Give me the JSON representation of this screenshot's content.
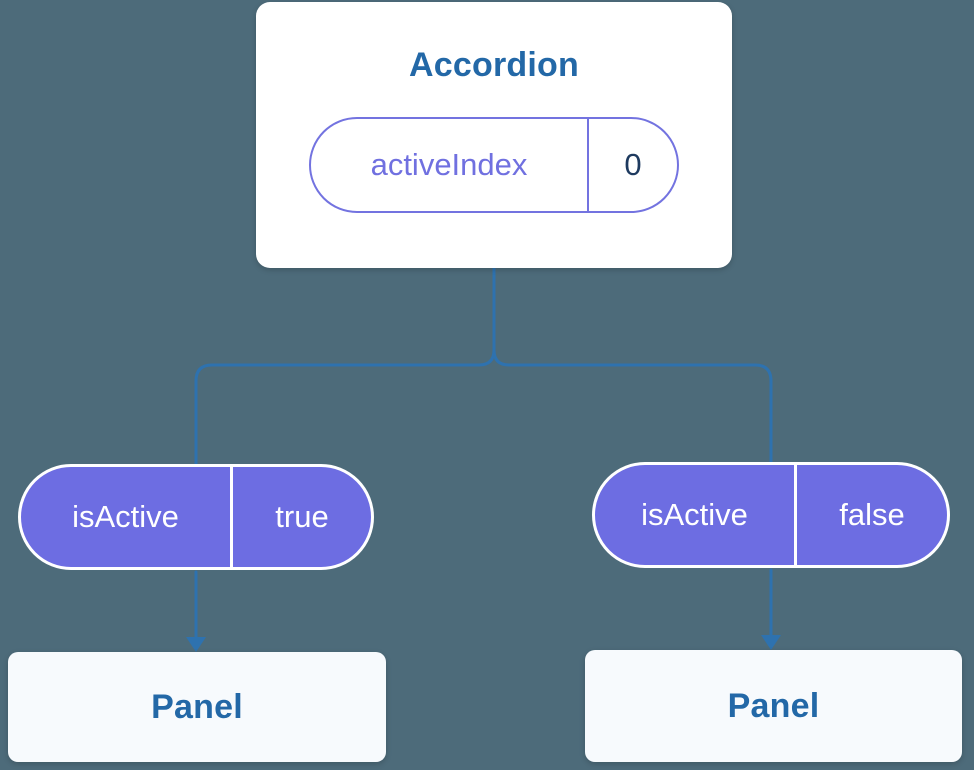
{
  "colors": {
    "background": "#4d6b7a",
    "card_background": "#ffffff",
    "panel_background": "#f7fafd",
    "title_text": "#2368a7",
    "prop_purple": "#6d6de2",
    "prop_outline_text": "#7070e0",
    "prop_value_text": "#1e3a5f",
    "pill_text": "#ffffff",
    "connector": "#2e72af"
  },
  "tree": {
    "root": {
      "title": "Accordion",
      "prop": {
        "name": "activeIndex",
        "value": "0"
      }
    },
    "branches": [
      {
        "prop": {
          "name": "isActive",
          "value": "true"
        },
        "child": {
          "title": "Panel"
        }
      },
      {
        "prop": {
          "name": "isActive",
          "value": "false"
        },
        "child": {
          "title": "Panel"
        }
      }
    ]
  }
}
